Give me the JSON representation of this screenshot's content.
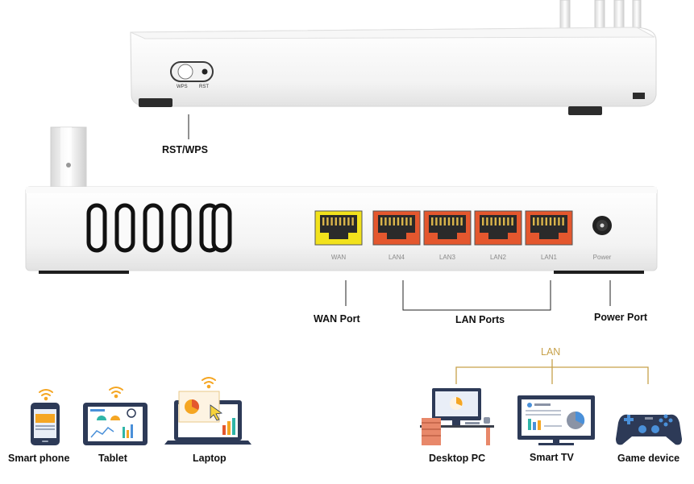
{
  "router_top": {
    "button_labels": [
      "WPS",
      "RST"
    ]
  },
  "router_back": {
    "ports": [
      {
        "label": "WAN",
        "color": "#f2e21c"
      },
      {
        "label": "LAN4",
        "color": "#e4572e"
      },
      {
        "label": "LAN3",
        "color": "#e4572e"
      },
      {
        "label": "LAN2",
        "color": "#e4572e"
      },
      {
        "label": "LAN1",
        "color": "#e4572e"
      }
    ],
    "power_label": "Power"
  },
  "callouts": {
    "rst_wps": "RST/WPS",
    "wan_port": "WAN Port",
    "lan_ports": "LAN Ports",
    "power_port": "Power Port"
  },
  "wireless_devices": [
    "Smart phone",
    "Tablet",
    "Laptop"
  ],
  "lan_group": {
    "title": "LAN",
    "devices": [
      "Desktop PC",
      "Smart TV",
      "Game device"
    ]
  },
  "colors": {
    "accent_orange": "#f5a623",
    "lan_bracket": "#c7a14a",
    "device_dark": "#3a3f4a",
    "screen_blue": "#2d5fa8"
  },
  "icons": [
    "wifi-icon",
    "smartphone-icon",
    "tablet-icon",
    "laptop-icon",
    "desktop-pc-icon",
    "smart-tv-icon",
    "gamepad-icon"
  ]
}
